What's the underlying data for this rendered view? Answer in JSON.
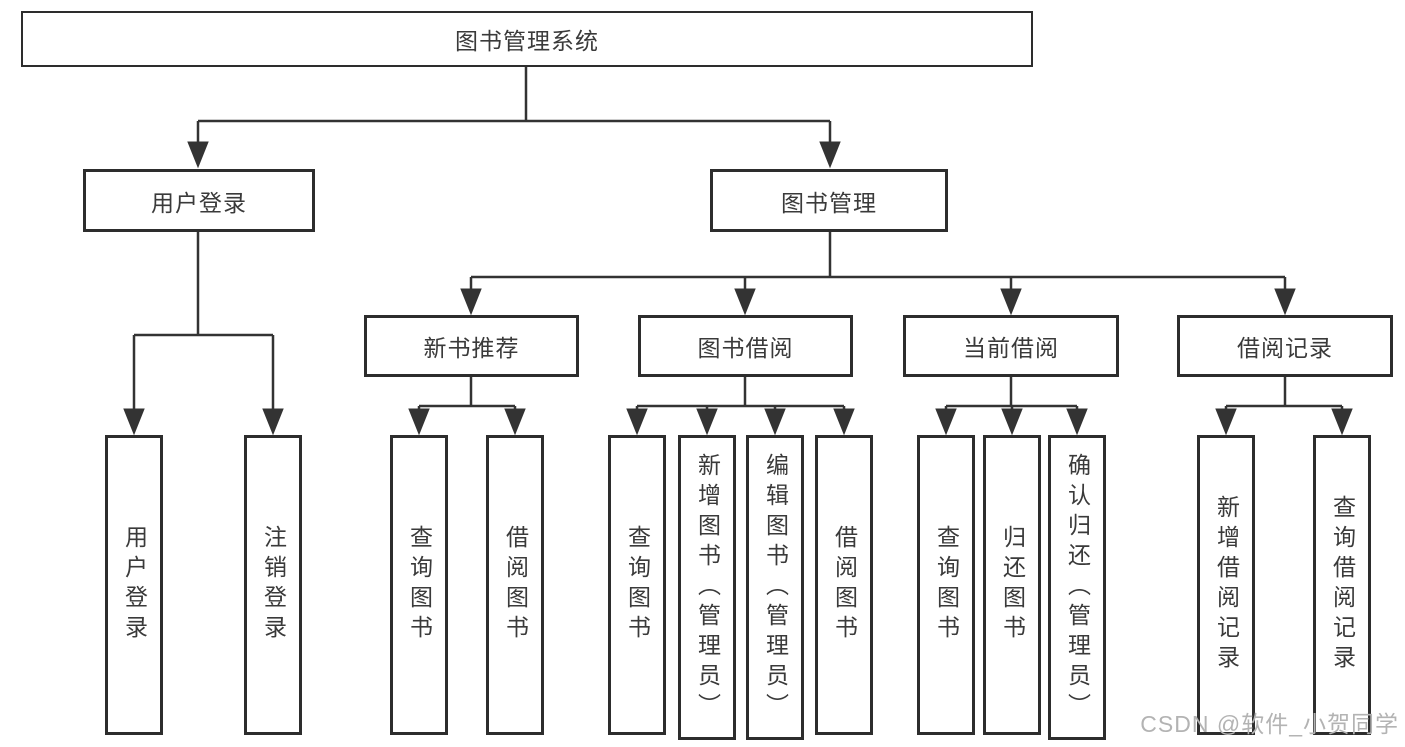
{
  "colors": {
    "background": "#ffffff",
    "border": "#2d2d2d",
    "line": "#333333",
    "text": "#3a3a3a",
    "watermark": "#b3b3b3"
  },
  "watermark": {
    "text": "CSDN @软件_小贺同学"
  },
  "tree": {
    "root": {
      "label": "图书管理系统",
      "children": [
        {
          "label": "用户登录",
          "children": [
            {
              "label": "用户登录"
            },
            {
              "label": "注销登录"
            }
          ]
        },
        {
          "label": "图书管理",
          "children": [
            {
              "label": "新书推荐",
              "children": [
                {
                  "label": "查询图书"
                },
                {
                  "label": "借阅图书"
                }
              ]
            },
            {
              "label": "图书借阅",
              "children": [
                {
                  "label": "查询图书"
                },
                {
                  "label": "新增图书（管理员）"
                },
                {
                  "label": "编辑图书（管理员）"
                },
                {
                  "label": "借阅图书"
                }
              ]
            },
            {
              "label": "当前借阅",
              "children": [
                {
                  "label": "查询图书"
                },
                {
                  "label": "归还图书"
                },
                {
                  "label": "确认归还（管理员）"
                }
              ]
            },
            {
              "label": "借阅记录",
              "children": [
                {
                  "label": "新增借阅记录"
                },
                {
                  "label": "查询借阅记录"
                }
              ]
            }
          ]
        }
      ]
    }
  }
}
